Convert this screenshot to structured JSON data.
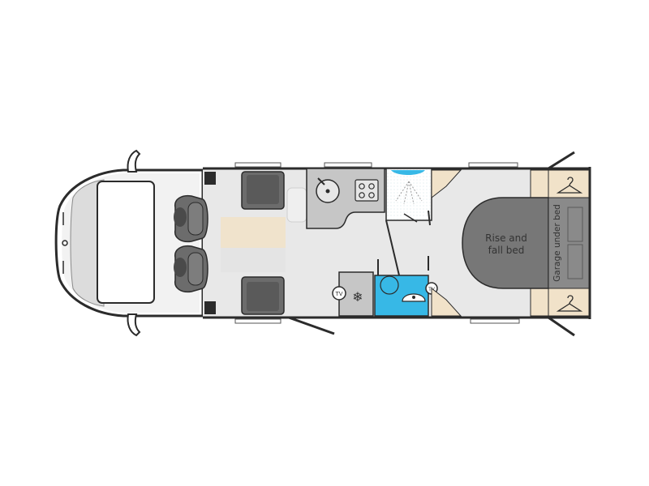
{
  "labels": {
    "bed": [
      "Rise and",
      "fall bed"
    ],
    "garage": "Garage under bed",
    "tv_front": "TV",
    "tv_rear": "TV"
  },
  "colors": {
    "background": "#ffffff",
    "floor": "#e8e8e8",
    "wall": "#2b2b2b",
    "cab": "#f2f2f2",
    "seat": "#6c6c6c",
    "seat_dark": "#4a4a4a",
    "kitchen": "#c6c6c6",
    "bathroom": "#37b8e6",
    "shower": "#ffffff",
    "table": "#f0e3cc",
    "table_ext": "#e4e4e4",
    "wardrobe": "#f1e2c9",
    "bed": "#777777",
    "garage": "#8a8a8a"
  },
  "icons": {
    "fridge": "snowflake-icon",
    "hangers": "hanger-icon",
    "hob": "hob-icon",
    "sink": "sink-icon"
  }
}
